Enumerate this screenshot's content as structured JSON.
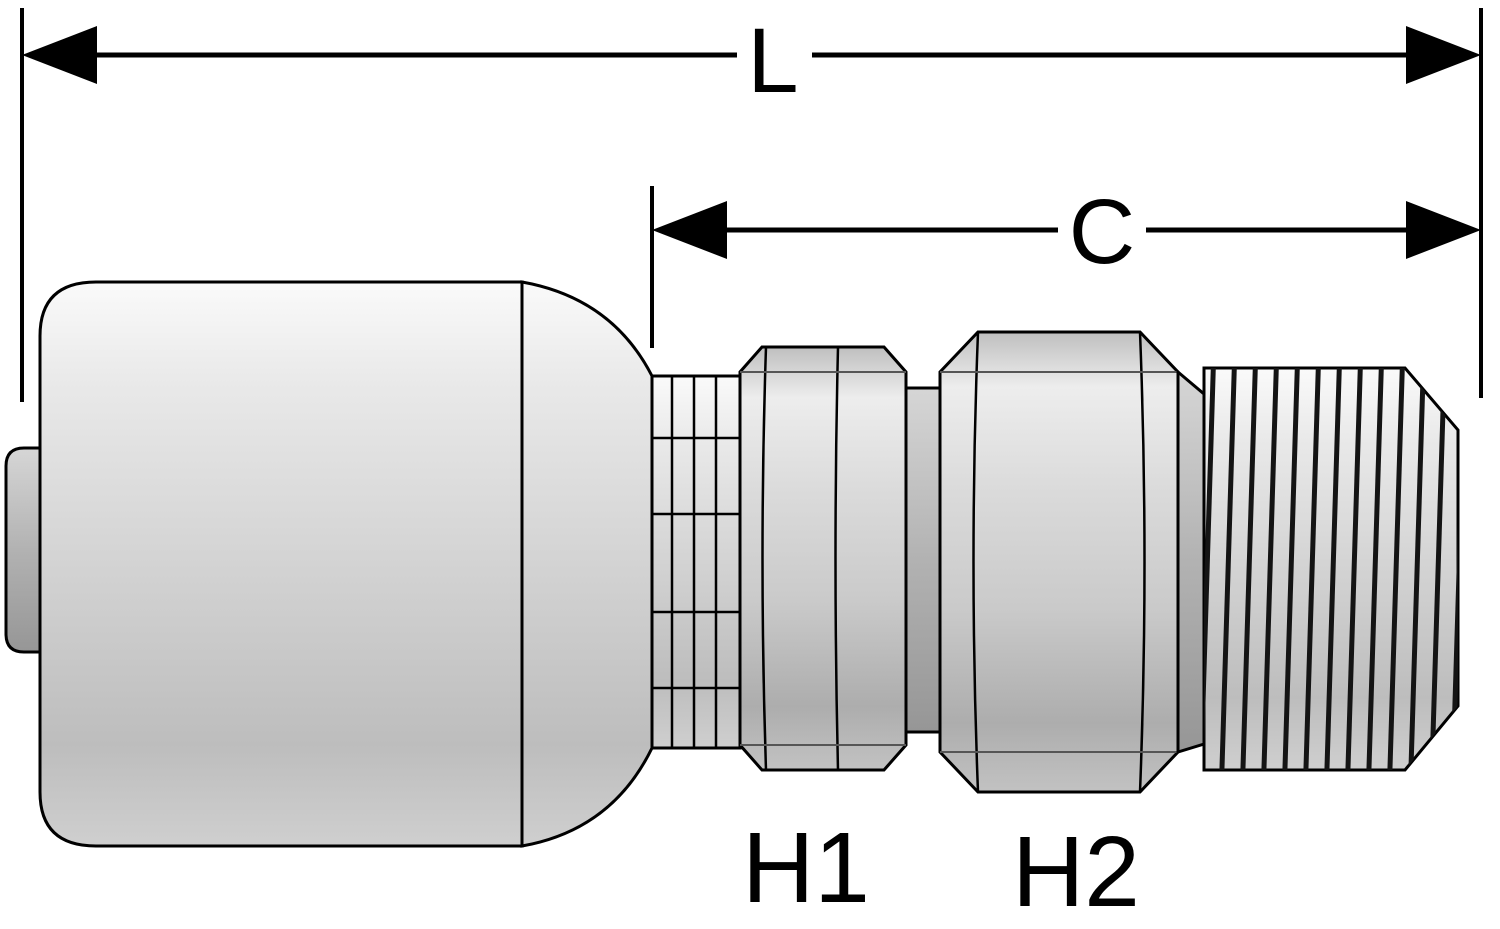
{
  "diagram": {
    "labels": {
      "overall_length": "L",
      "cutoff": "C",
      "hex1": "H1",
      "hex2": "H2"
    },
    "colors": {
      "line": "#000000",
      "metal_light": "#f2f2f2",
      "metal_mid": "#cccccc",
      "metal_dark": "#9a9a9a",
      "background": "#ffffff"
    }
  }
}
